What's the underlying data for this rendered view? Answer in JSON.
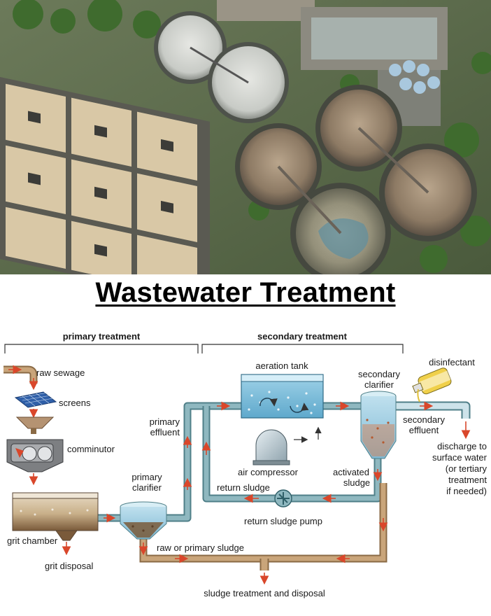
{
  "title": "Wastewater Treatment",
  "photo": {
    "description_icon": "aerial-treatment-plant-photo"
  },
  "diagram": {
    "sections": {
      "primary": "primary treatment",
      "secondary": "secondary treatment"
    },
    "labels": {
      "raw_sewage": "raw sewage",
      "screens": "screens",
      "comminutor": "comminutor",
      "grit_chamber": "grit chamber",
      "grit_disposal": "grit disposal",
      "primary_clarifier_1": "primary",
      "primary_clarifier_2": "clarifier",
      "primary_effluent_1": "primary",
      "primary_effluent_2": "effluent",
      "aeration_tank": "aeration tank",
      "air_compressor": "air compressor",
      "secondary_clarifier_1": "secondary",
      "secondary_clarifier_2": "clarifier",
      "disinfectant": "disinfectant",
      "secondary_effluent_1": "secondary",
      "secondary_effluent_2": "effluent",
      "discharge_1": "discharge to",
      "discharge_2": "surface water",
      "discharge_3": "(or tertiary",
      "discharge_4": "treatment",
      "discharge_5": "if needed)",
      "activated_sludge_1": "activated",
      "activated_sludge_2": "sludge",
      "return_sludge": "return sludge",
      "return_sludge_pump": "return sludge pump",
      "raw_or_primary_sludge": "raw or primary sludge",
      "sludge_treatment": "sludge treatment and disposal"
    },
    "colors": {
      "pipe": "#8fb8c0",
      "pipe_edge": "#4f7f88",
      "sludge_pipe": "#c9a57a",
      "sludge_edge": "#8a6a45",
      "flow_arrow": "#d9472b",
      "water": "#4aa3c9",
      "sludge": "#7a5a3a"
    }
  }
}
